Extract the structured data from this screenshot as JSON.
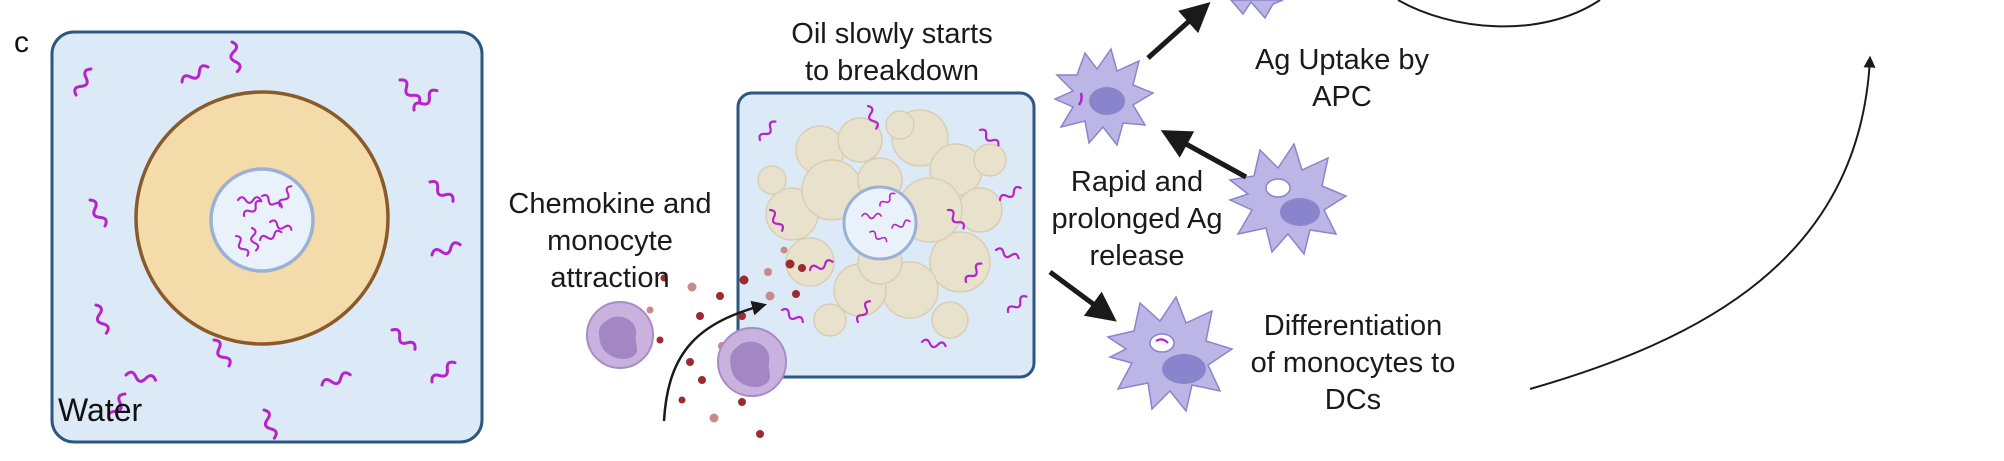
{
  "panel_letter": "c",
  "labels": {
    "water": "Water",
    "oil_breakdown_1": "Oil slowly starts",
    "oil_breakdown_2": "to breakdown",
    "chemokine_1": "Chemokine and",
    "chemokine_2": "monocyte",
    "chemokine_3": "attraction",
    "rapid_1": "Rapid and",
    "rapid_2": "prolonged Ag",
    "rapid_3": "release",
    "uptake_1": "Ag Uptake by",
    "uptake_2": "APC",
    "diff_1": "Differentiation",
    "diff_2": "of monocytes to",
    "diff_3": "DCs"
  },
  "colors": {
    "water_fill": "#dce9f7",
    "box_stroke": "#2d5780",
    "oil_fill": "#f3dcaa",
    "oil_stroke": "#8b5a2b",
    "core_fill": "#e9f1fa",
    "core_stroke": "#9ab0d4",
    "antigen": "#b624c8",
    "monocyte_fill": "#c9b2dd",
    "monocyte_nucleus": "#a586c4",
    "cell_fill": "#bcb6e6",
    "cell_nucleus": "#8a84cc",
    "chemokine": "#9a2b2e",
    "arrow": "#1a1a1a"
  }
}
